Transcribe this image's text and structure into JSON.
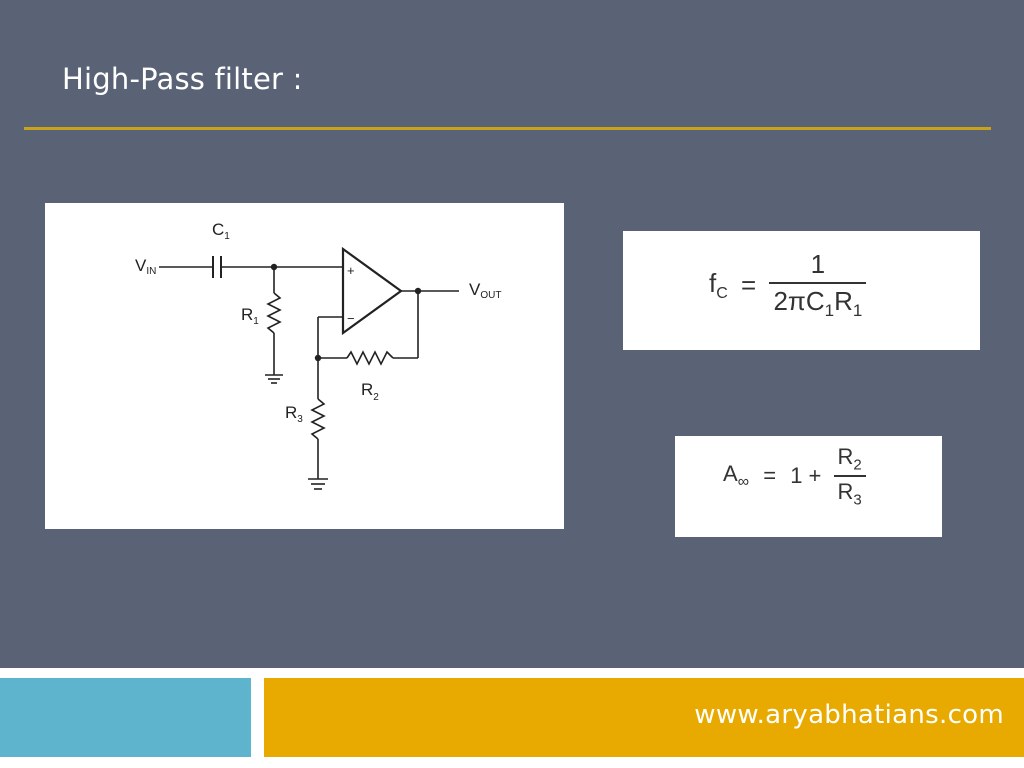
{
  "slide": {
    "title": "High-Pass filter :",
    "footer_url": "www.aryabhatians.com"
  },
  "circuit": {
    "v_in": "V",
    "v_in_sub": "IN",
    "v_out": "V",
    "v_out_sub": "OUT",
    "c1": "C",
    "c1_sub": "1",
    "r1": "R",
    "r1_sub": "1",
    "r2": "R",
    "r2_sub": "2",
    "r3": "R",
    "r3_sub": "3",
    "plus": "+",
    "minus": "−"
  },
  "formula_fc": {
    "lhs": "f",
    "lhs_sub": "C",
    "eq": "=",
    "numerator": "1",
    "den_a": "2πC",
    "den_a_sub": "1",
    "den_b": "R",
    "den_b_sub": "1"
  },
  "formula_gain": {
    "lhs": "A",
    "lhs_sub": "∞",
    "eq": "=",
    "rhs": "1 +",
    "numerator": "R",
    "numerator_sub": "2",
    "denominator": "R",
    "denominator_sub": "3"
  },
  "colors": {
    "background": "#5a6276",
    "rule": "#c8a21a",
    "footer_left": "#5eb4cc",
    "footer_right": "#e8aa00"
  }
}
